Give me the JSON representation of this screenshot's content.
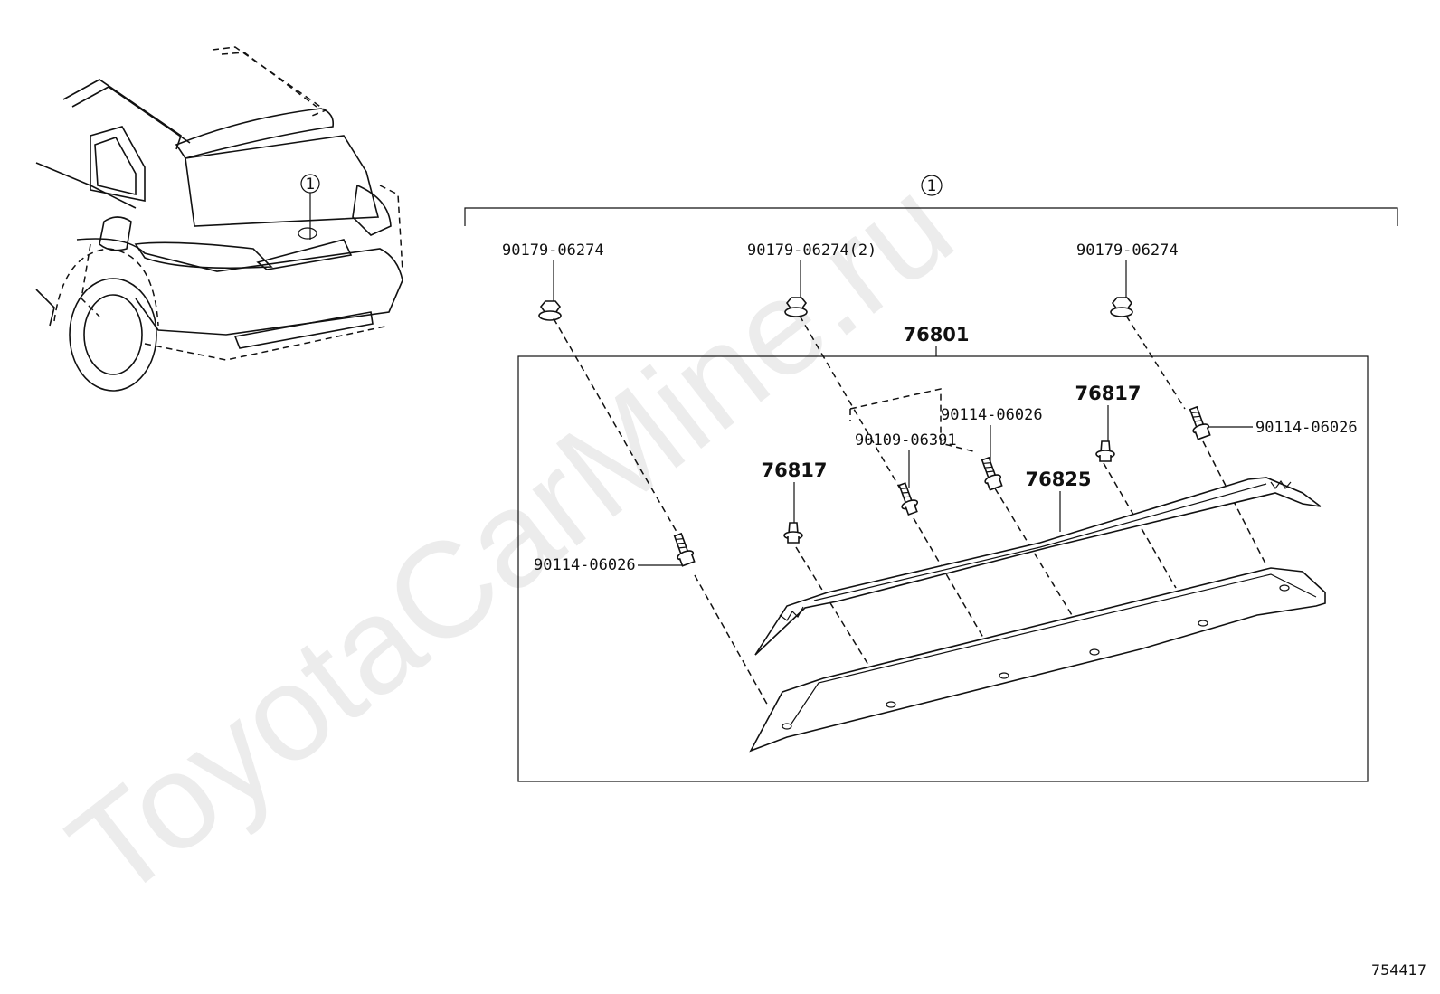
{
  "watermark": "ToyotaCarMine.ru",
  "reference_number": "754417",
  "assembly_marker": "1",
  "vehicle_marker": "1",
  "assembly_label": "76801",
  "part_numbers": {
    "nut_left": "90179-06274",
    "nut_center": "90179-06274(2)",
    "nut_right": "90179-06274",
    "bolt_left": "90114-06026",
    "bolt_center": "90114-06026",
    "bolt_right": "90114-06026",
    "screw": "90109-06391",
    "clip_left": "76817",
    "clip_right": "76817",
    "garnish": "76825"
  }
}
